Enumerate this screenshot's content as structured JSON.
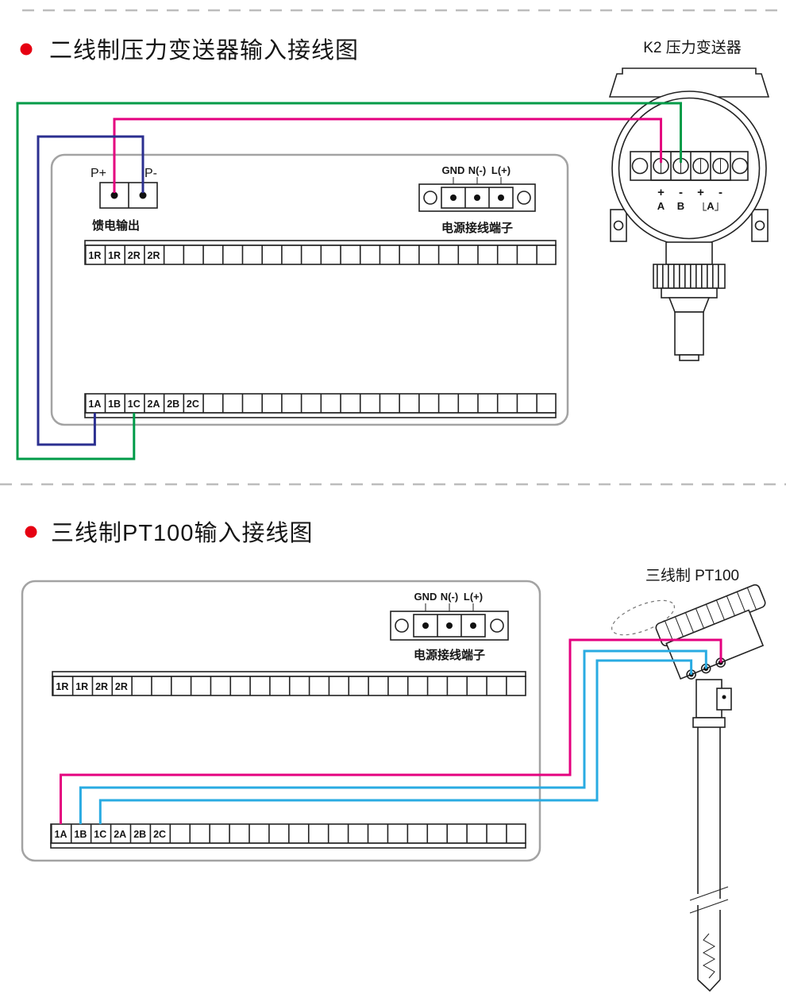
{
  "colors": {
    "bullet": "#e60012",
    "wire_green": "#009b48",
    "wire_magenta": "#e4007f",
    "wire_blue": "#2b2f90",
    "wire_cyan": "#29abe2"
  },
  "section1": {
    "title": "二线制压力变送器输入接线图",
    "device_label": "K2 压力变送器",
    "p_plus": "P+",
    "p_minus": "P-",
    "feed_output": "馈电输出",
    "gnd": "GND",
    "n": "N(-)",
    "l": "L(+)",
    "power_terminal": "电源接线端子",
    "rail_top": [
      "1R",
      "1R",
      "2R",
      "2R"
    ],
    "rail_bottom": [
      "1A",
      "1B",
      "1C",
      "2A",
      "2B",
      "2C"
    ],
    "tx_signs": [
      "+",
      "-",
      "+",
      "-"
    ],
    "tx_letters": [
      "A",
      "B",
      "A"
    ]
  },
  "section2": {
    "title": "三线制PT100输入接线图",
    "device_label": "三线制  PT100",
    "gnd": "GND",
    "n": "N(-)",
    "l": "L(+)",
    "power_terminal": "电源接线端子",
    "rail_top": [
      "1R",
      "1R",
      "2R",
      "2R"
    ],
    "rail_bottom": [
      "1A",
      "1B",
      "1C",
      "2A",
      "2B",
      "2C"
    ]
  }
}
